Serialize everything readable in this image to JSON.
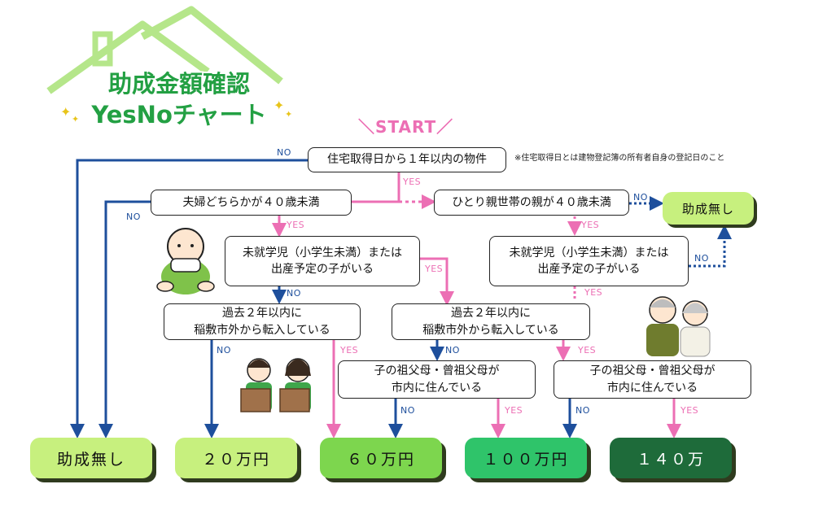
{
  "title": {
    "line1": "助成金額確認",
    "line2": "YesNoチャート"
  },
  "start_label": "＼START／",
  "note": "※住宅取得日とは建物登記簿の所有者自身の登記日のこと",
  "questions": {
    "q1": "住宅取得日から１年以内の物件",
    "q2": "夫婦どちらかが４０歳未満",
    "q3": "ひとり親世帯の親が４０歳未満",
    "q4": [
      "未就学児（小学生未満）または",
      "出産予定の子がいる"
    ],
    "q5": [
      "未就学児（小学生未満）または",
      "出産予定の子がいる"
    ],
    "q6": [
      "過去２年以内に",
      "稲敷市外から転入している"
    ],
    "q7": [
      "過去２年以内に",
      "稲敷市外から転入している"
    ],
    "q8": [
      "子の祖父母・曾祖父母が",
      "市内に住んでいる"
    ],
    "q9": [
      "子の祖父母・曾祖父母が",
      "市内に住んでいる"
    ]
  },
  "outcomes": {
    "none_top": "助成無し",
    "none": "助成無し",
    "r20": "２０万円",
    "r60": "６０万円",
    "r100": "１００万円",
    "r140": "１４０万"
  },
  "labels": {
    "yes": "YES",
    "no": "NO"
  },
  "colors": {
    "title_green": "#23a043",
    "house_green": "#b5e68a",
    "no_line": "#1e4f9c",
    "yes_line": "#ec6fb4",
    "result_none": "#c7f07e",
    "result_20": "#c7f07e",
    "result_60": "#7dd64e",
    "result_100": "#2fc46a",
    "result_140": "#1e6b3a"
  },
  "icons": [
    "house-outline",
    "sparkle-icon",
    "baby-illustration",
    "workers-with-boxes-illustration",
    "grandparents-illustration"
  ]
}
